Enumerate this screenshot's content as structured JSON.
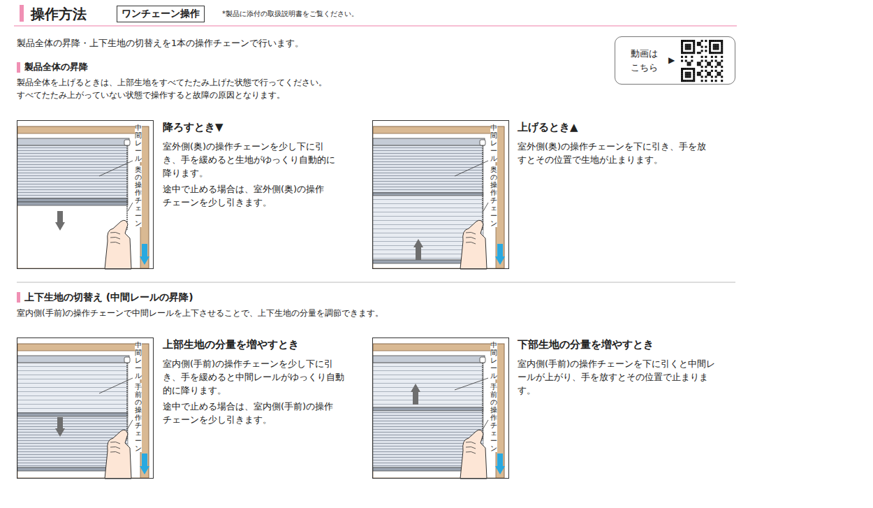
{
  "diagram": {
    "nodes": [
      {
        "text": [
          "ワンチェーン操作"
        ]
      },
      {
        "text": [
          "動画は こちら",
          "▶"
        ]
      },
      {
        "text": [
          "中間レール",
          "奥の操作チェーン"
        ]
      },
      {
        "text": [
          "中間レール",
          "奥の操作チェーン"
        ]
      },
      {
        "text": [
          "中間レール",
          "手前の操作チェーン"
        ]
      },
      {
        "text": [
          "中間レール",
          "手前の操作チェーン"
        ]
      }
    ],
    "labels": [
      "操作方法",
      "*製品に添付の取扱説明書をご覧ください。",
      "製品全体の昇降・上下生地の切替えを1本の操作チェーンで行います。",
      "製品全体の昇降",
      "製品全体を上げるときは、上部生地をすべてたたみ上げた状態で行ってください。",
      "すべてたたみ上がっていない状態で操作すると故障の原因となります。",
      "降ろすとき▼",
      "室外側(奥)の操作チェーンを少し下に引き、手を緩めると生地がゆっくり自動的に降ります。",
      "途中で止める場合は、室外側(奥)の操作チェーンを少し引きます。",
      "上げるとき▲",
      "室外側(奥)の操作チェーンを下に引き、手を放すとその位置で生地が止まります。",
      "上下生地の切替え (中間レールの昇降)",
      "室内側(手前)の操作チェーンで中間レールを上下させることで、上下生地の分量を調節できます。",
      "上部生地の分量を増やすとき",
      "室内側(手前)の操作チェーンを少し下に引き、手を緩めると中間レールがゆっくり自動的に降ります。",
      "途中で止める場合は、室内側(手前)の操作チェーンを少し引きます。",
      "下部生地の分量を増やすとき",
      "室内側(手前)の操作チェーンを下に引くと中間レールが上がり、手を放すとその位置で止まります。"
    ]
  }
}
